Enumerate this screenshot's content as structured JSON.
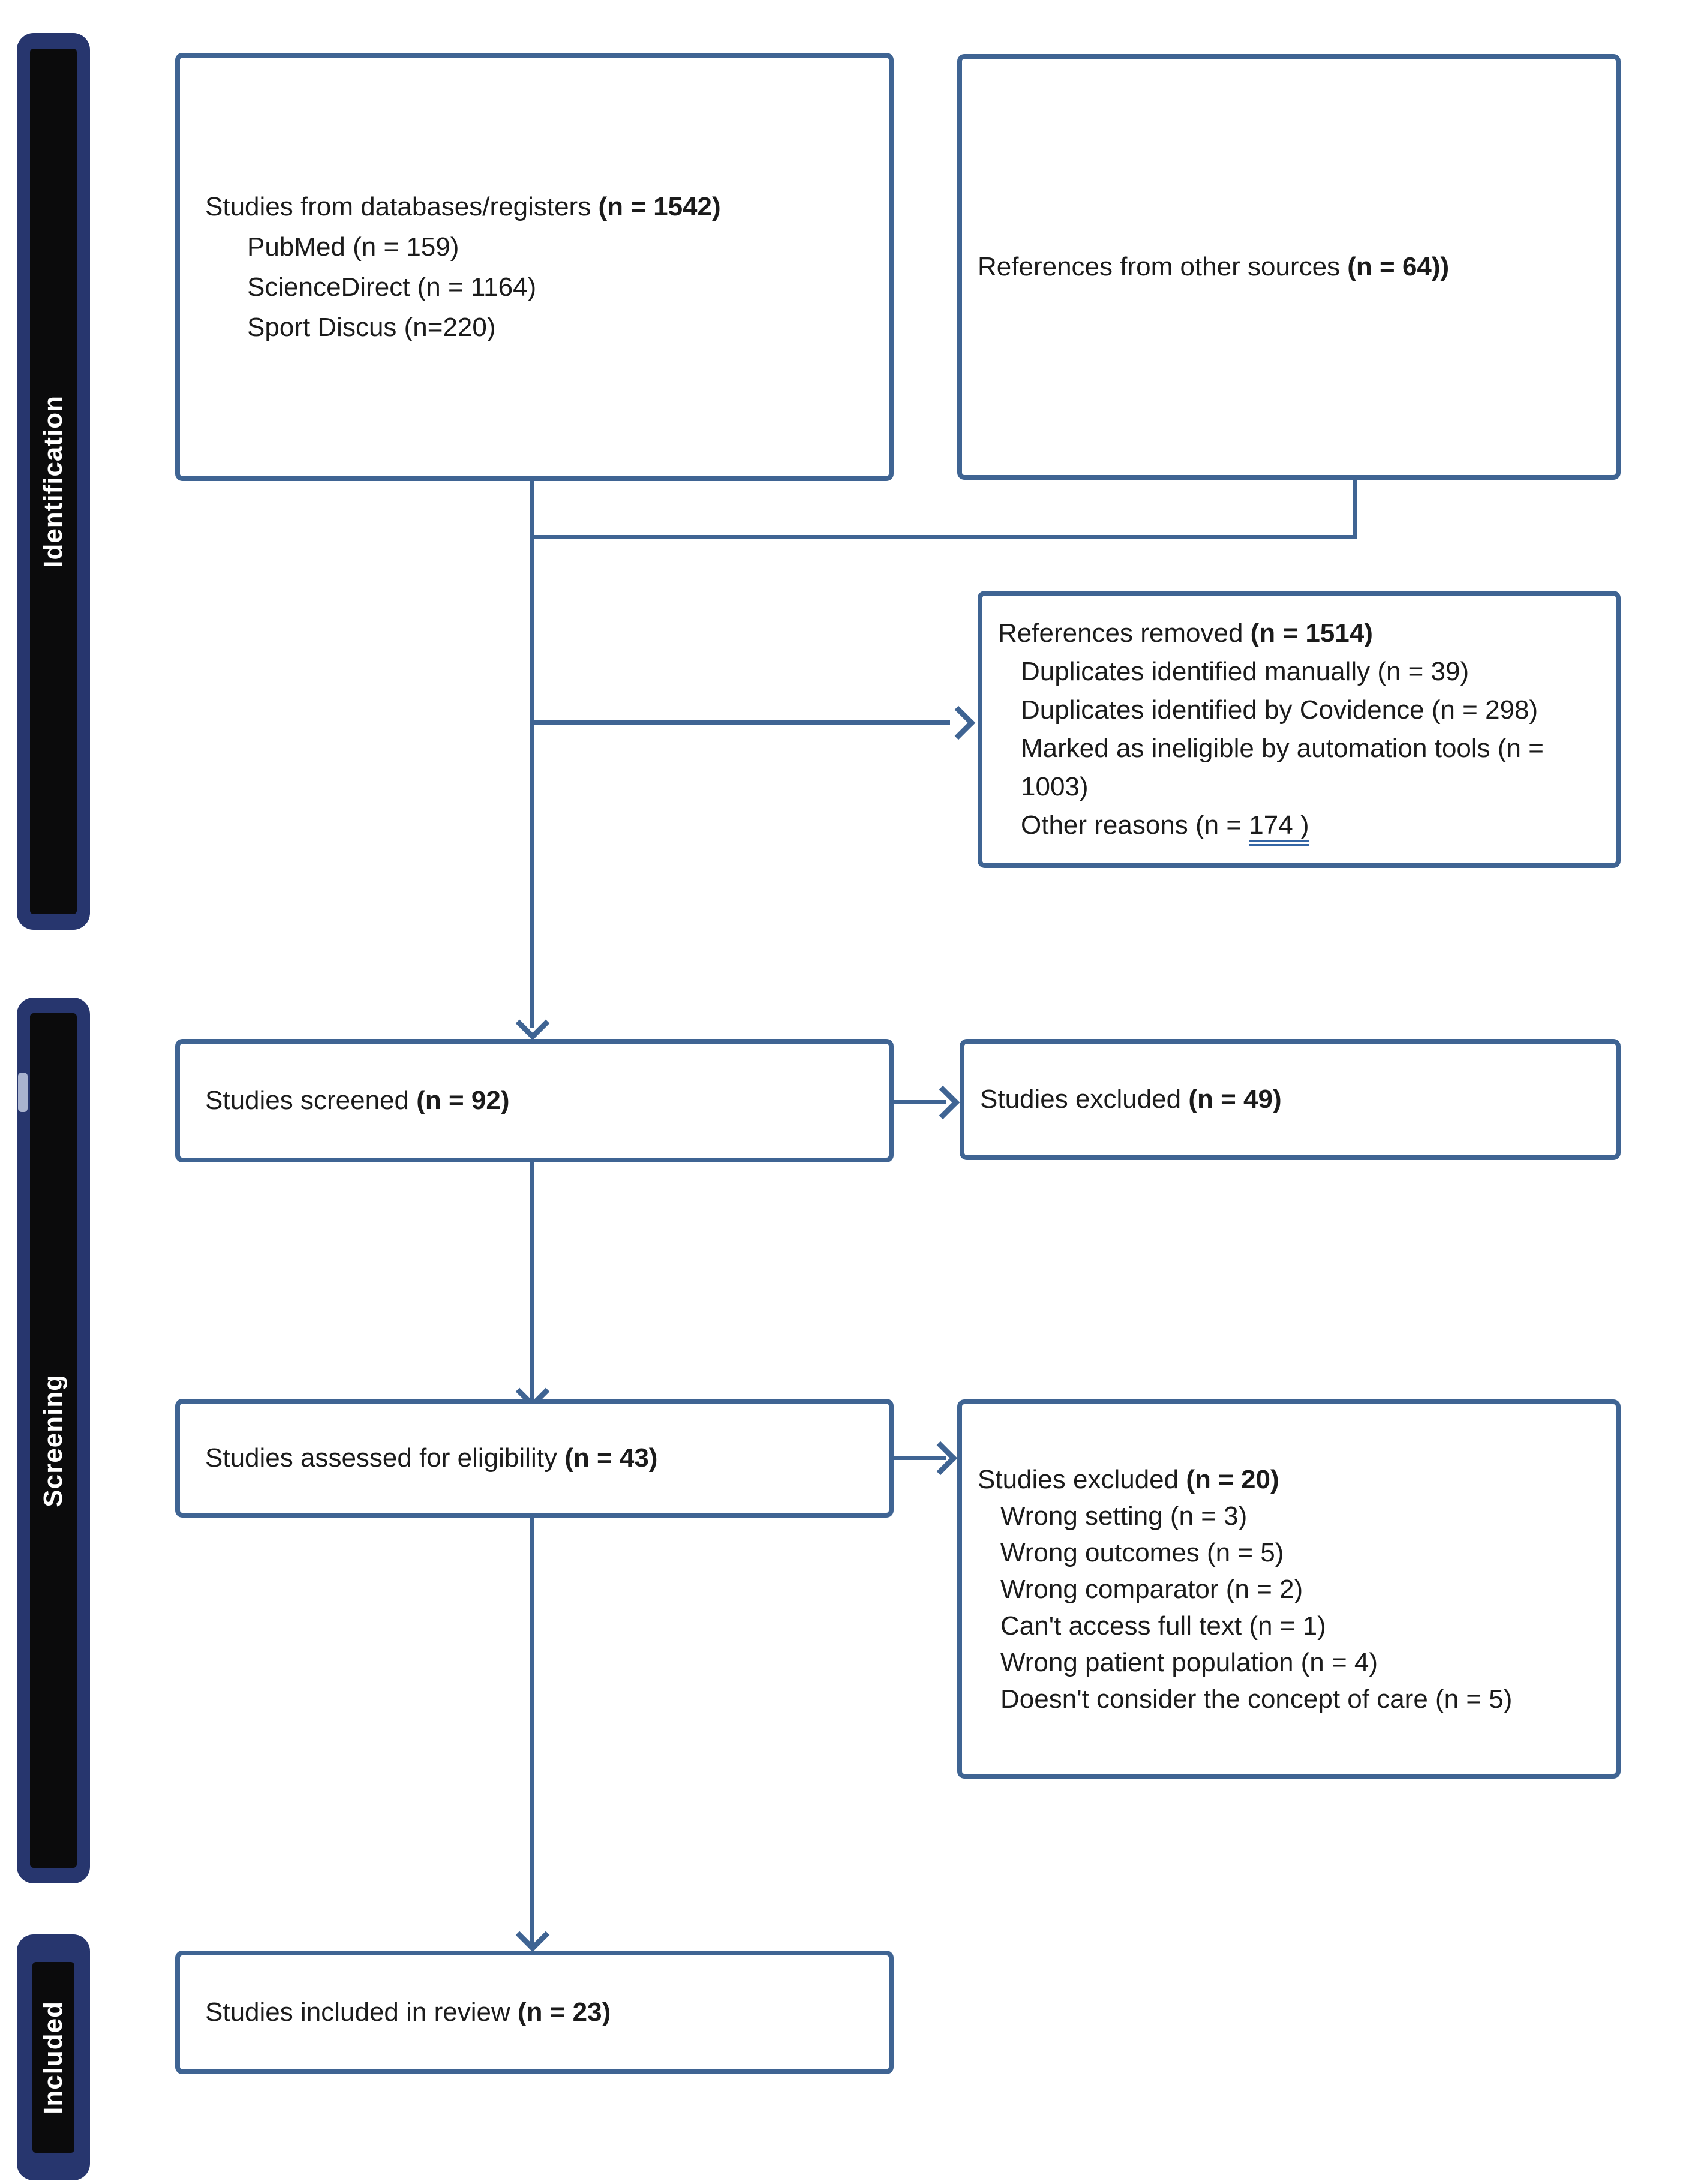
{
  "palette": {
    "box_border": "#3f6493",
    "connector": "#3f6493",
    "sidebar_fill": "#27366e",
    "sidebar_inner": "#0b0b0c",
    "sidebar_text": "#ffffff",
    "text": "#1b1b1b",
    "underline_accent": "#3465a4"
  },
  "sidebar": {
    "identification_label": "Identification",
    "screening_label": "Screening",
    "included_label": "Included"
  },
  "boxes": {
    "databases": {
      "title": "Studies from databases/registers ",
      "count": "(n = 1542)",
      "items": [
        "PubMed (n = 159)",
        "ScienceDirect (n = 1164)",
        "Sport Discus (n=220)"
      ]
    },
    "other_sources": {
      "title": "References from other sources ",
      "count": "(n = 64))"
    },
    "references_removed": {
      "title": "References removed ",
      "count": "(n = 1514)",
      "items": [
        "Duplicates identified manually (n = 39)",
        "Duplicates identified by Covidence (n = 298)",
        "Marked as ineligible by automation tools (n = 1003)"
      ],
      "other_reasons_prefix": "Other reasons (n = ",
      "other_reasons_underlined": "174 )"
    },
    "screened": {
      "title": "Studies screened ",
      "count": "(n = 92)"
    },
    "excluded_screening": {
      "title": "Studies excluded ",
      "count": "(n = 49)"
    },
    "assessed": {
      "title": "Studies assessed for eligibility ",
      "count": "(n = 43)"
    },
    "excluded_eligibility": {
      "title": "Studies excluded ",
      "count": "(n = 20)",
      "items": [
        "Wrong setting (n = 3)",
        "Wrong outcomes (n = 5)",
        "Wrong comparator (n = 2)",
        "Can't access full text (n = 1)",
        "Wrong patient population (n = 4)",
        "Doesn't consider the concept of care (n = 5)"
      ]
    },
    "included": {
      "title": "Studies included in review ",
      "count": "(n = 23)"
    }
  }
}
